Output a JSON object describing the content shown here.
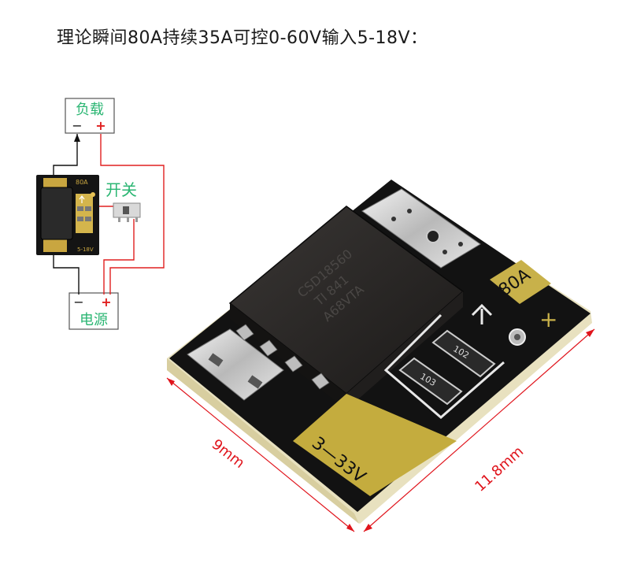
{
  "title": "理论瞬间80A持续35A可控0-60V输入5-18V：",
  "wiring": {
    "load_label": "负载",
    "load_minus": "−",
    "load_plus": "+",
    "switch_label": "开关",
    "source_label": "电源",
    "source_minus": "−",
    "source_plus": "+",
    "mini_board_rating": "80A",
    "mini_board_voltage": "5-18V"
  },
  "board": {
    "mosfet_marking_1": "CSD18560",
    "mosfet_marking_2": "TI 841",
    "mosfet_marking_3": "A68VTA",
    "rating_label": "80A",
    "plus_label": "+",
    "voltage_label": "3—33V",
    "resistor_1": "102",
    "resistor_2": "103"
  },
  "dimensions": {
    "width_label": "9mm",
    "length_label": "11.8mm"
  },
  "colors": {
    "wire_red": "#e02020",
    "board_black": "#121212",
    "gold_pad": "#c9b24a",
    "dimension_red": "#e0141c",
    "label_green": "#2bb673"
  }
}
